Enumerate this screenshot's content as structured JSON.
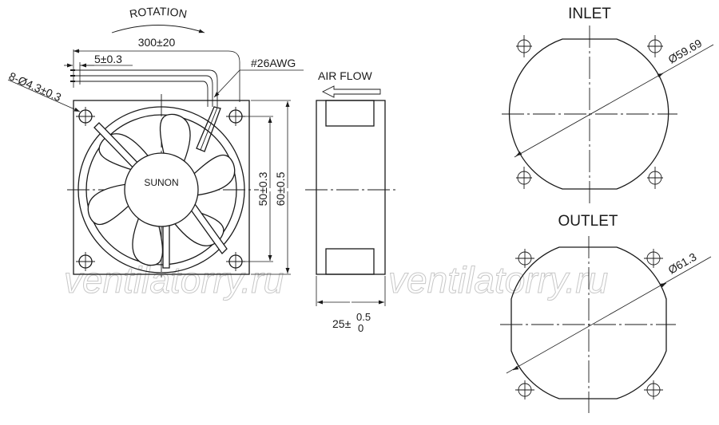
{
  "front_view": {
    "rotation_label": "ROTATION",
    "lead_length": "300±20",
    "strip_length": "5±0.3",
    "wire_gauge": "#26AWG",
    "hole_spec": "8-Ø4.3±0.3",
    "brand": "SUNON",
    "hole_spacing": "50±0.3",
    "frame_size": "60±0.5"
  },
  "side_view": {
    "airflow_label": "AIR FLOW",
    "depth_base": "25±",
    "depth_tol_upper": "0.5",
    "depth_tol_lower": "0"
  },
  "inlet": {
    "title": "INLET",
    "diameter": "Ø59.69"
  },
  "outlet": {
    "title": "OUTLET",
    "diameter": "Ø61.3"
  },
  "watermark": "ventilatorry.ru"
}
